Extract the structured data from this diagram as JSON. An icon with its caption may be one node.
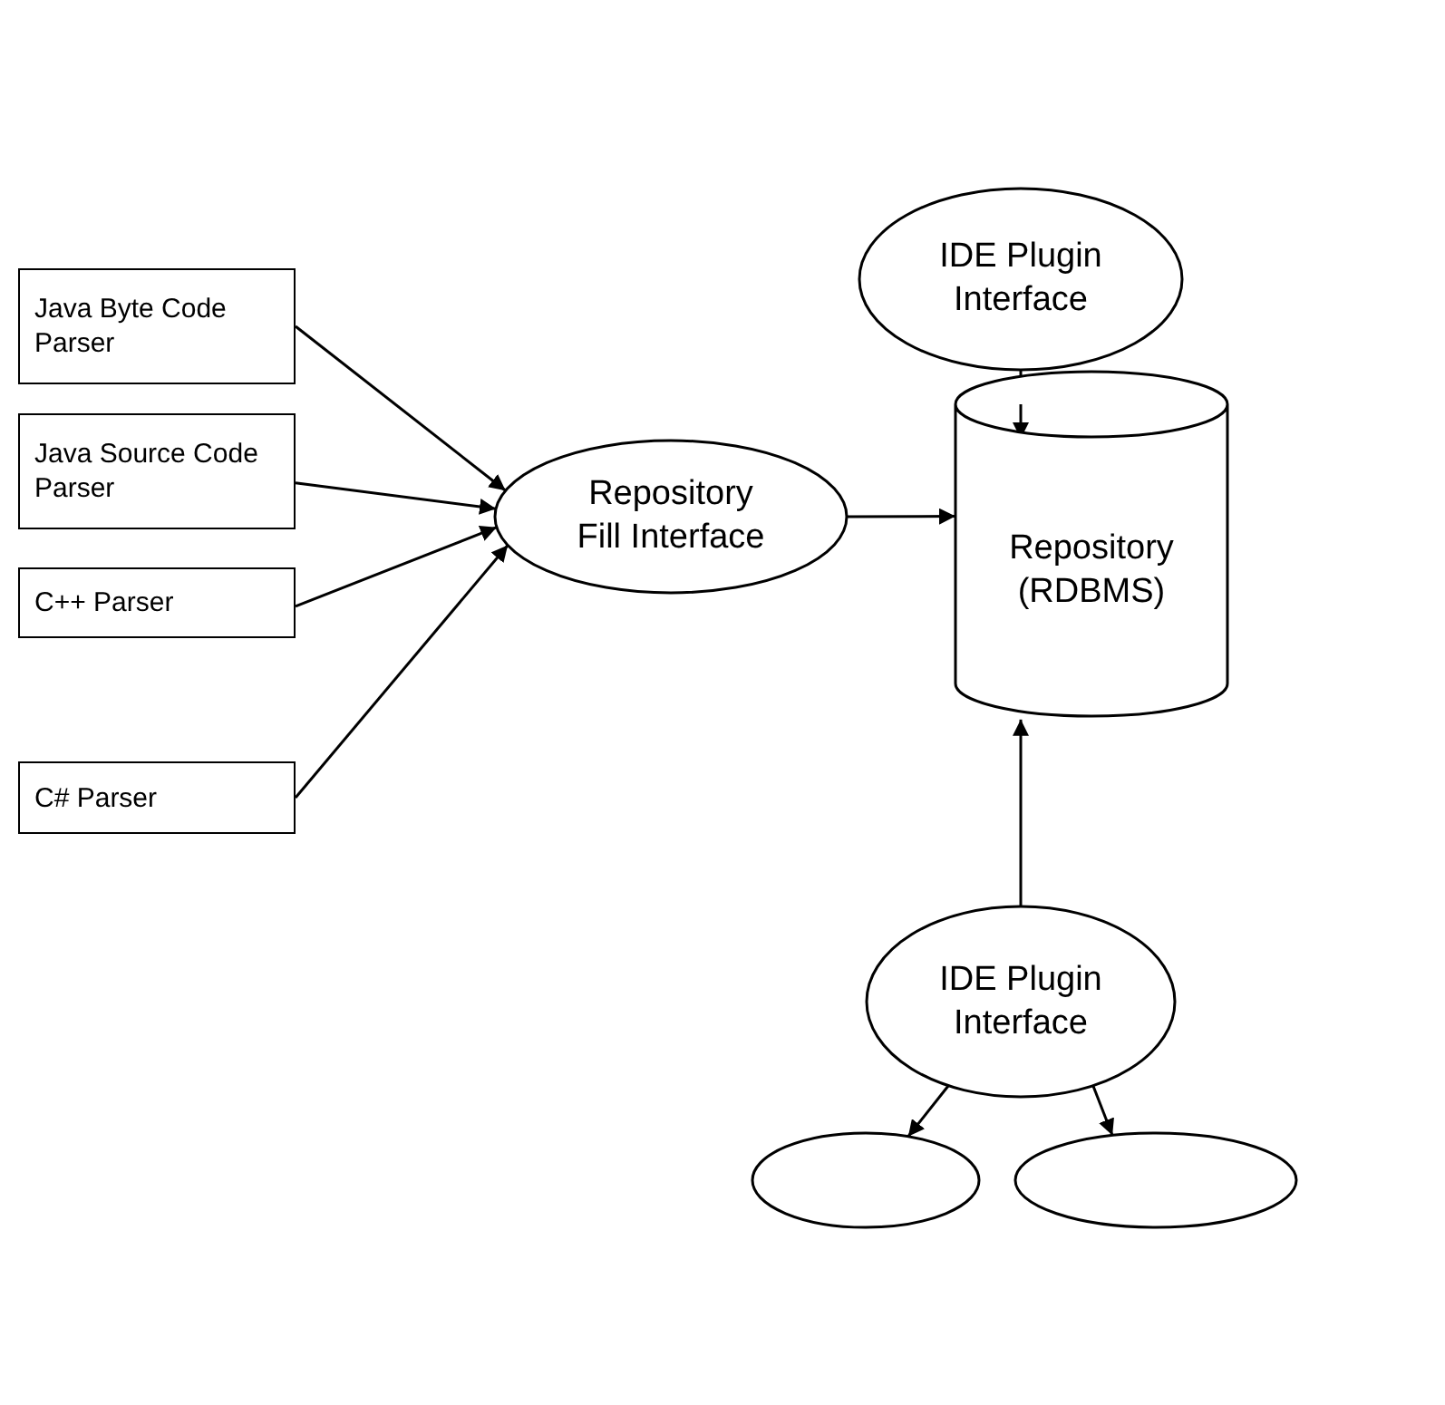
{
  "diagram": {
    "nodes": [
      {
        "text": [
          "Java Byte Code Parser"
        ]
      },
      {
        "text": [
          "Java Source Code Parser"
        ]
      },
      {
        "text": [
          "C++ Parser"
        ]
      },
      {
        "text": [
          "C# Parser"
        ]
      },
      {
        "text": [
          "Repository Fill Interface"
        ]
      },
      {
        "text": [
          "IDE  Plugin Interface"
        ]
      },
      {
        "text": [
          "Repository (RDBMS)"
        ]
      },
      {
        "text": [
          "IDE  Plugin Interface"
        ]
      },
      {
        "text": [],
        "shape": "ellipse"
      },
      {
        "text": [],
        "shape": "ellipse"
      }
    ],
    "edges": [
      {
        "from": 0,
        "to": 4,
        "arrow": "to"
      },
      {
        "from": 1,
        "to": 4,
        "arrow": "to"
      },
      {
        "from": 2,
        "to": 4,
        "arrow": "to"
      },
      {
        "from": 3,
        "to": 4,
        "arrow": "to"
      },
      {
        "from": 4,
        "to": 6,
        "arrow": "to"
      },
      {
        "from": 5,
        "to": 6,
        "arrow": "to"
      },
      {
        "from": 7,
        "to": 6,
        "arrow": "to"
      },
      {
        "from": 7,
        "to": 8,
        "arrow": "to"
      },
      {
        "from": 7,
        "to": 9,
        "arrow": "to"
      }
    ]
  }
}
